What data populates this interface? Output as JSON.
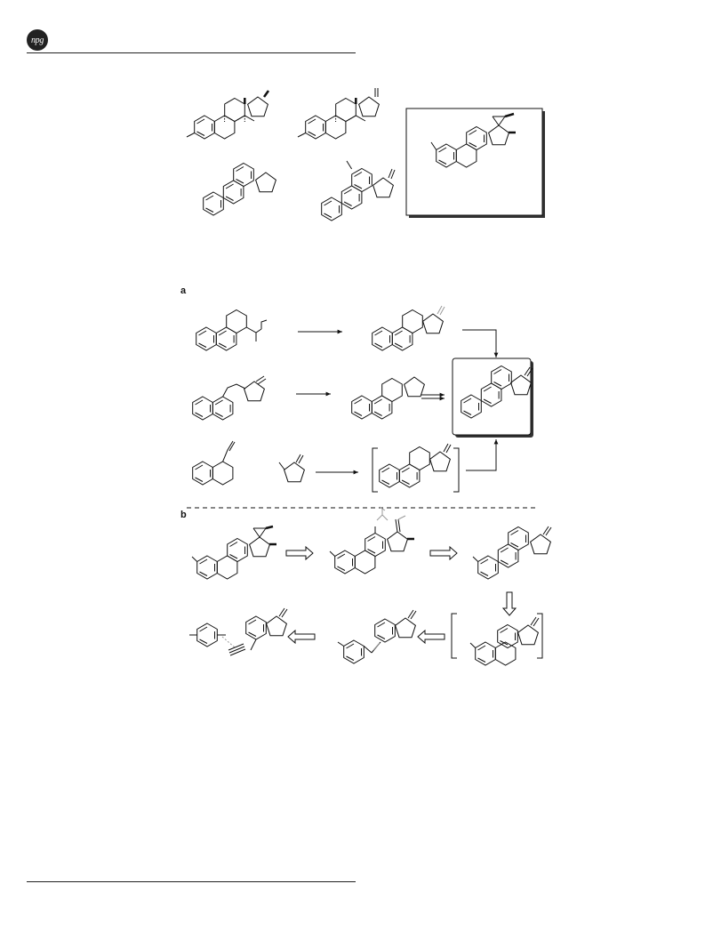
{
  "header": {
    "logo_text": "npg"
  },
  "figure": {
    "panel_a_label": "a",
    "panel_b_label": "b",
    "colors": {
      "ink": "#111111",
      "grey_bond": "#9a9a9a",
      "box_shadow": "#333333"
    }
  }
}
